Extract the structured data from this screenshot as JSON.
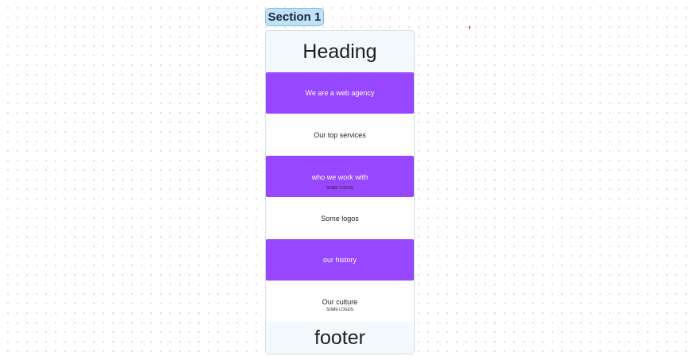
{
  "section_label": "Section 1",
  "blocks": {
    "heading": "Heading",
    "agency": "We are a web agency",
    "services": "Our top services",
    "who": "who we work with",
    "who_sub": "SOME LOGOS",
    "logos": "Some logos",
    "history": "our history",
    "culture": "Our culture",
    "culture_sub": "SOME LOGOS",
    "footer": "footer"
  },
  "colors": {
    "accent": "#9747ff",
    "label_bg": "#bfe2fb"
  }
}
